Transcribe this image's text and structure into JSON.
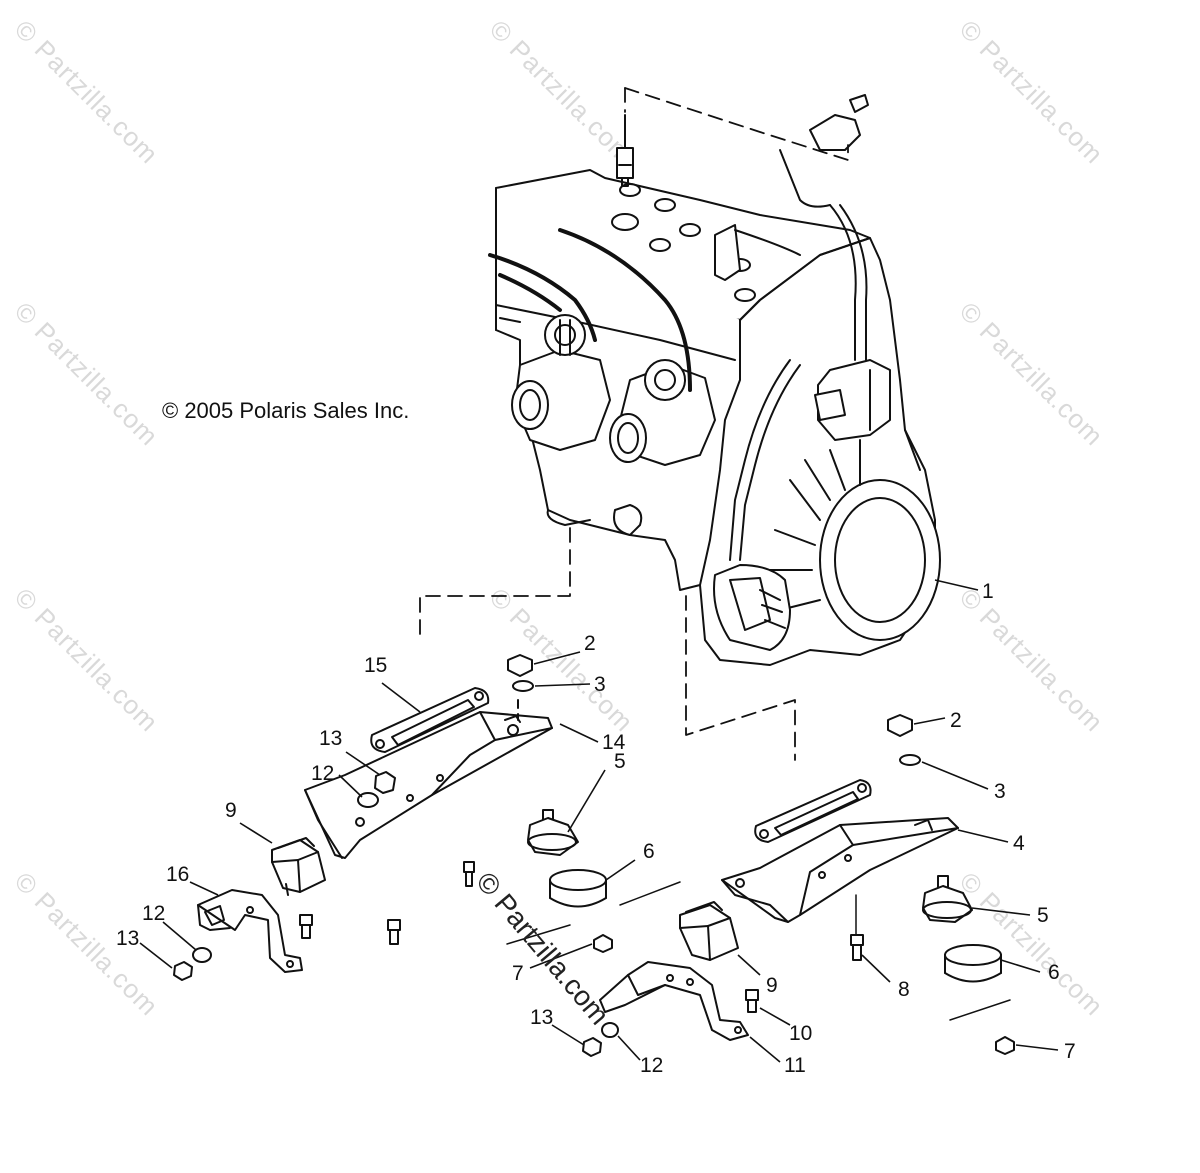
{
  "copyright": "© 2005 Polaris Sales Inc.",
  "watermark": "© Partzilla.com",
  "stamp": "© Partzilla.com",
  "callouts": [
    {
      "id": "c1",
      "label": "1"
    },
    {
      "id": "c2a",
      "label": "2"
    },
    {
      "id": "c3a",
      "label": "3"
    },
    {
      "id": "c15",
      "label": "15"
    },
    {
      "id": "c14",
      "label": "14"
    },
    {
      "id": "c13a",
      "label": "13"
    },
    {
      "id": "c12a",
      "label": "12"
    },
    {
      "id": "c5a",
      "label": "5"
    },
    {
      "id": "c9a",
      "label": "9"
    },
    {
      "id": "c16",
      "label": "16"
    },
    {
      "id": "c6a",
      "label": "6"
    },
    {
      "id": "c12b",
      "label": "12"
    },
    {
      "id": "c13b",
      "label": "13"
    },
    {
      "id": "c7a",
      "label": "7"
    },
    {
      "id": "c2b",
      "label": "2"
    },
    {
      "id": "c3b",
      "label": "3"
    },
    {
      "id": "c4",
      "label": "4"
    },
    {
      "id": "c5b",
      "label": "5"
    },
    {
      "id": "c9b",
      "label": "9"
    },
    {
      "id": "c8",
      "label": "8"
    },
    {
      "id": "c6b",
      "label": "6"
    },
    {
      "id": "c10",
      "label": "10"
    },
    {
      "id": "c13c",
      "label": "13"
    },
    {
      "id": "c12c",
      "label": "12"
    },
    {
      "id": "c11",
      "label": "11"
    },
    {
      "id": "c7b",
      "label": "7"
    }
  ]
}
